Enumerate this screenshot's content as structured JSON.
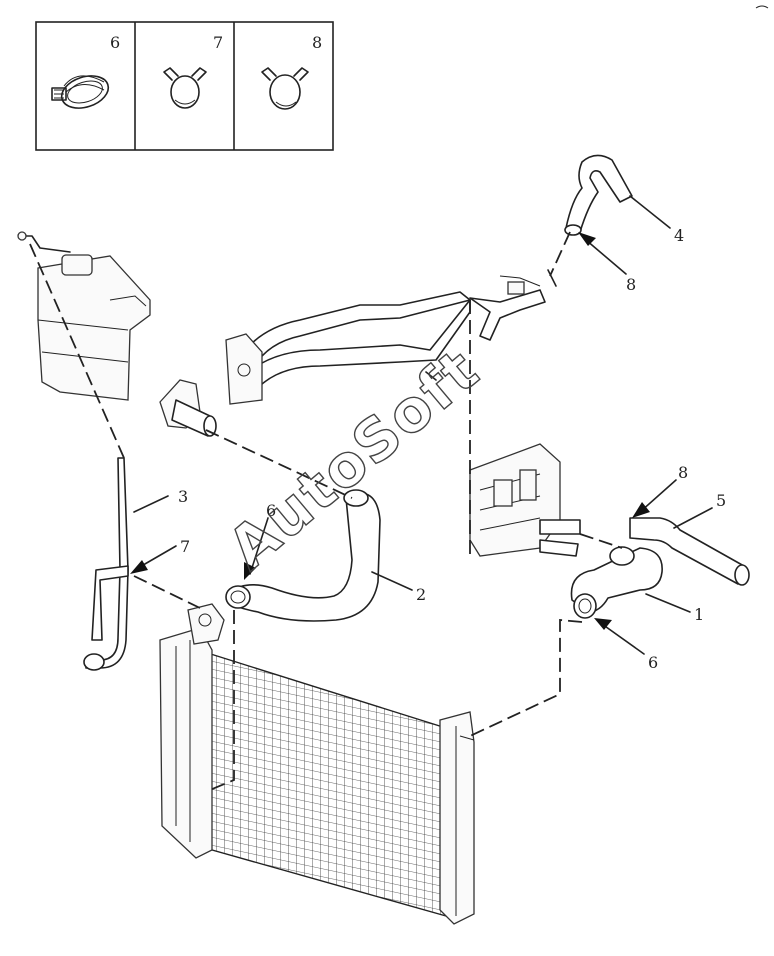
{
  "inset": {
    "clip6_label": "6",
    "clip7_label": "7",
    "clip8_label": "8"
  },
  "callouts": {
    "c1": "1",
    "c2": "2",
    "c3": "3",
    "c4": "4",
    "c5": "5",
    "c6_left": "6",
    "c6_right": "6",
    "c7": "7",
    "c8_top": "8",
    "c8_mid": "8"
  },
  "watermark": "AutoSoft",
  "colors": {
    "line": "#222222",
    "background": "#ffffff"
  }
}
